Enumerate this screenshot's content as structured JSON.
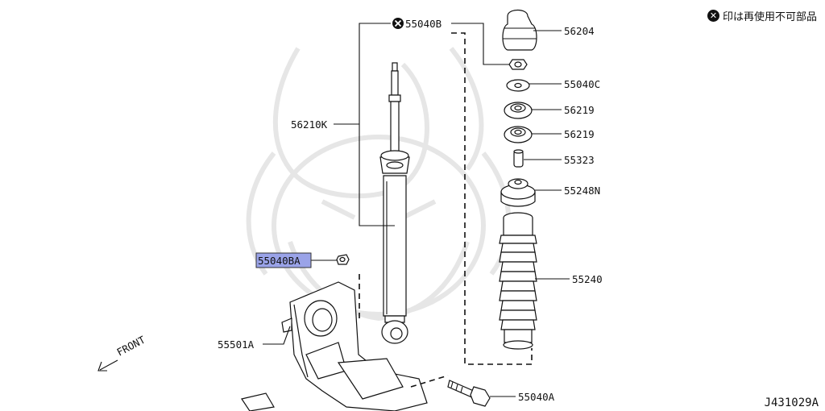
{
  "legend": {
    "icon": "x-circle-icon",
    "text": "印は再使用不可部品"
  },
  "diagram_code": "J431029A",
  "front_label": "FRONT",
  "callouts": {
    "c55040B": "55040B",
    "c56204": "56204",
    "c55040C": "55040C",
    "c56219a": "56219",
    "c56219b": "56219",
    "c55323": "55323",
    "c55248N": "55248N",
    "c55240": "55240",
    "c56210K": "56210K",
    "c55040BA": "55040BA",
    "c55501A": "55501A",
    "c55040A": "55040A"
  },
  "highlight_color": "#9aa3e8"
}
